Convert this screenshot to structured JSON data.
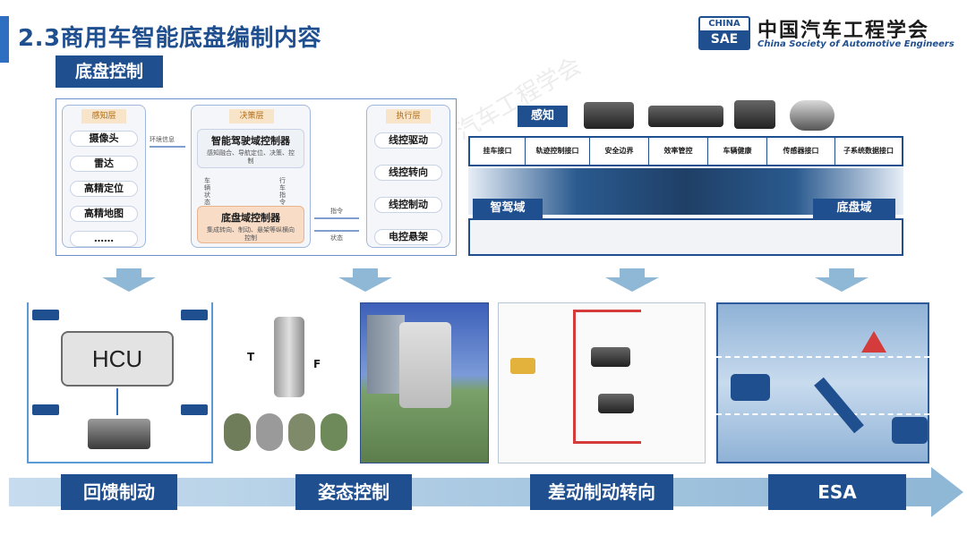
{
  "header": {
    "title": "2.3商用车智能底盘编制内容",
    "logo_top": "CHINA",
    "logo_bottom": "SAE",
    "org_cn": "中国汽车工程学会",
    "org_en": "China Society of Automotive Engineers"
  },
  "subtitle": "底盘控制",
  "watermark": "汽车工程学会",
  "architecture": {
    "perception": {
      "head": "感知层",
      "items": [
        "摄像头",
        "雷达",
        "高精定位",
        "高精地图",
        "……"
      ]
    },
    "decision": {
      "head": "决策层",
      "adcu_title": "智能驾驶域控制器",
      "adcu_desc": "感知融合、导航定位、决策、控制",
      "cdcu_title": "底盘域控制器",
      "cdcu_desc": "集成转向、制动、悬架等纵横向控制",
      "up_label": "车辆状态",
      "down_label": "行车指令"
    },
    "execution": {
      "head": "执行层",
      "items": [
        "线控驱动",
        "线控转向",
        "线控制动",
        "电控悬架"
      ]
    },
    "env_label": "环境信息",
    "cmd_label": "指令",
    "state_label": "状态"
  },
  "sensing": {
    "label": "感知",
    "interfaces": [
      "挂车接口",
      "轨迹控制接口",
      "安全边界",
      "效率管控",
      "车辆健康",
      "传感器接口",
      "子系统数据接口"
    ],
    "left_domain": "智驾域",
    "right_domain": "底盘域"
  },
  "panels": {
    "hcu": "HCU",
    "force_t": "T",
    "force_f": "F"
  },
  "bottom": {
    "labels": [
      "回馈制动",
      "姿态控制",
      "差动制动转向",
      "ESA"
    ]
  },
  "colors": {
    "brand": "#1f4f8f",
    "accent": "#2e6fc2",
    "arrow": "#8fb7d6"
  }
}
